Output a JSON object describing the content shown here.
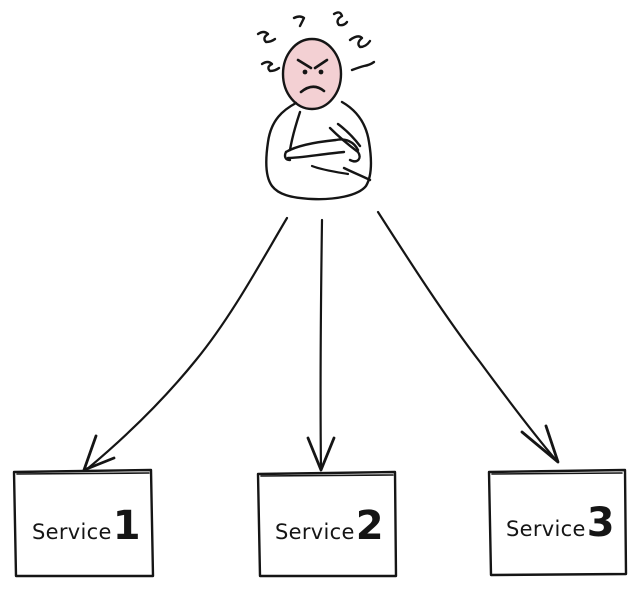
{
  "figure": {
    "icon": "angry-person-icon",
    "face_color": "#f3d0d3",
    "ink_color": "#151515"
  },
  "services": [
    {
      "word": "Service",
      "number": "1"
    },
    {
      "word": "Service",
      "number": "2"
    },
    {
      "word": "Service",
      "number": "3"
    }
  ]
}
